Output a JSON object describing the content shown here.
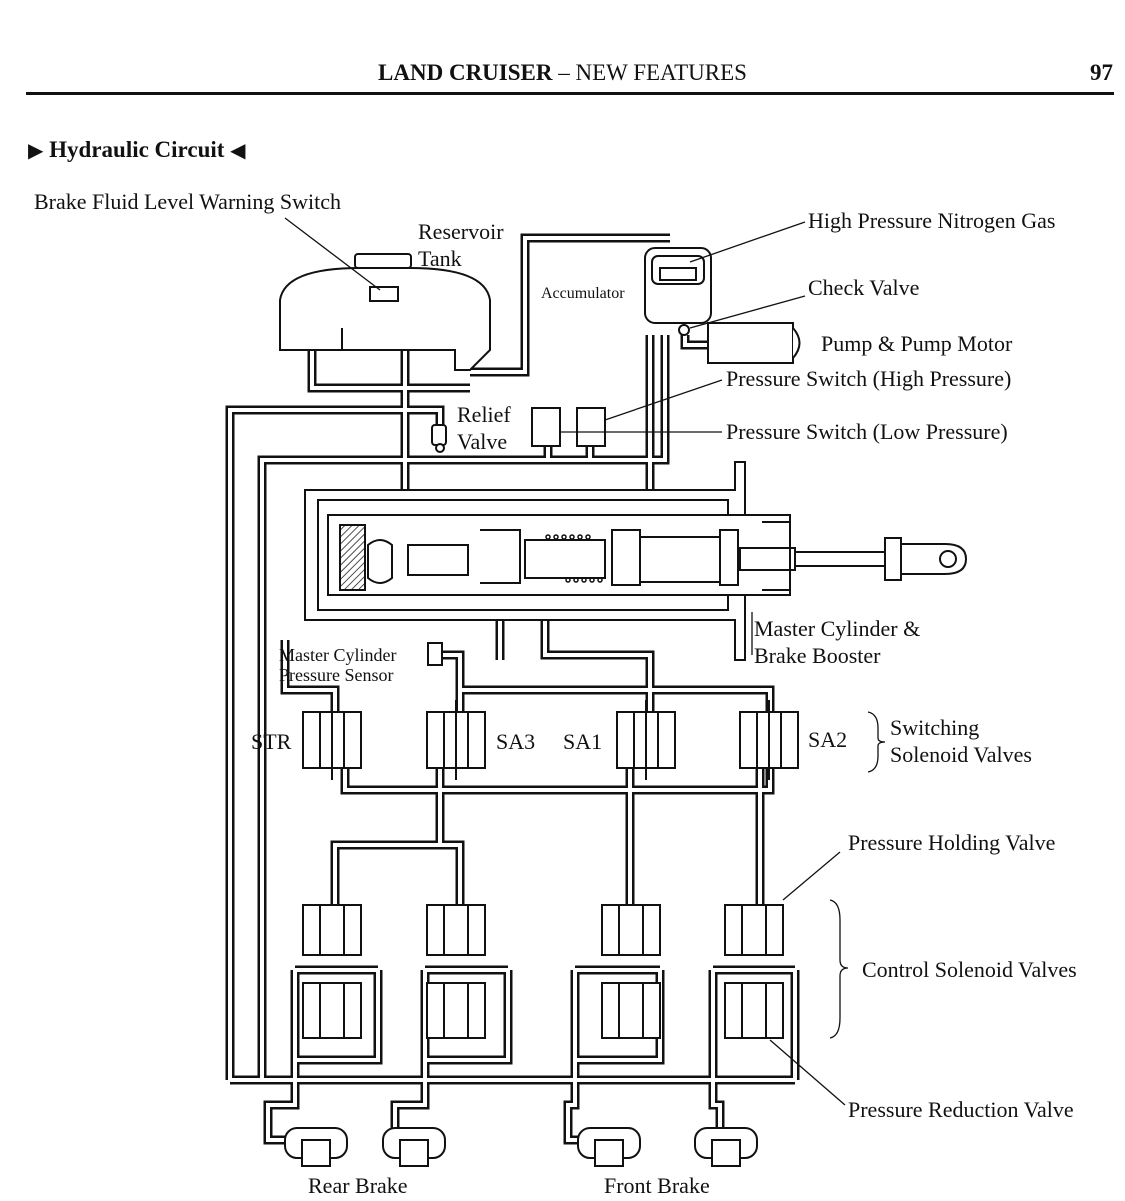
{
  "header": {
    "title_bold": "LAND CRUISER",
    "title_rest": " – NEW FEATURES",
    "page_number": "97"
  },
  "section": {
    "left_marker": "▶",
    "title": "Hydraulic Circuit",
    "right_marker": "◀"
  },
  "labels": {
    "brake_fluid_switch": "Brake Fluid Level Warning Switch",
    "reservoir_l1": "Reservoir",
    "reservoir_l2": "Tank",
    "accumulator": "Accumulator",
    "nitrogen": "High Pressure Nitrogen Gas",
    "check_valve": "Check Valve",
    "pump": "Pump & Pump Motor",
    "ps_high": "Pressure Switch (High Pressure)",
    "relief_l1": "Relief",
    "relief_l2": "Valve",
    "ps_low": "Pressure Switch (Low Pressure)",
    "mc_l1": "Master Cylinder &",
    "mc_l2": "Brake Booster",
    "mcps_l1": "Master Cylinder",
    "mcps_l2": "Pressure Sensor",
    "str": "STR",
    "sa3": "SA3",
    "sa1": "SA1",
    "sa2": "SA2",
    "switching_l1": "Switching",
    "switching_l2": "Solenoid Valves",
    "holding": "Pressure Holding Valve",
    "control": "Control Solenoid Valves",
    "reduction": "Pressure Reduction Valve",
    "rear_brake": "Rear Brake",
    "front_brake": "Front Brake"
  }
}
